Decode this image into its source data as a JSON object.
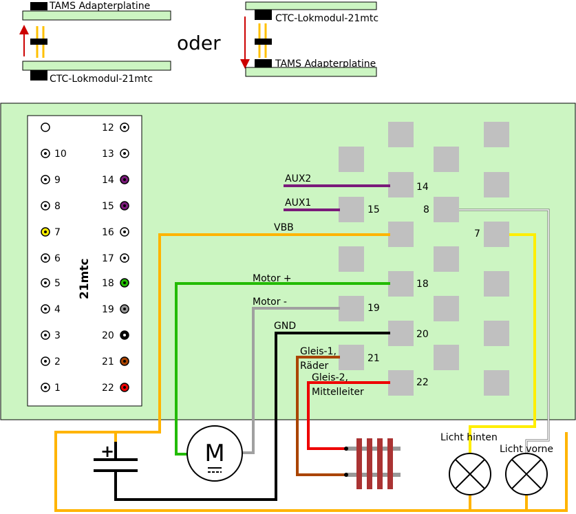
{
  "top": {
    "left_upper_label": "TAMS Adapterplatine",
    "left_lower_label": "CTC-Lokmodul-21mtc",
    "or_label": "oder",
    "right_upper_label": "CTC-Lokmodul-21mtc",
    "right_lower_label": "TAMS Adapterplatine"
  },
  "connector": {
    "title": "21mtc",
    "left_pins": [
      "",
      "10",
      "9",
      "8",
      "7",
      "6",
      "5",
      "4",
      "3",
      "2",
      "1"
    ],
    "right_pins": [
      "12",
      "13",
      "14",
      "15",
      "16",
      "17",
      "18",
      "19",
      "20",
      "21",
      "22"
    ]
  },
  "pad_labels": {
    "p14": "14",
    "p15": "15",
    "p8": "8",
    "p7": "7",
    "p18": "18",
    "p19": "19",
    "p20": "20",
    "p21": "21",
    "p22": "22"
  },
  "wires": {
    "aux2": "AUX2",
    "aux1": "AUX1",
    "vbb": "VBB",
    "motor_plus": "Motor +",
    "motor_minus": "Motor -",
    "gnd": "GND",
    "gleis1_line1": "Gleis-1,",
    "gleis1_line2": "Räder",
    "gleis2_line1": "Gleis-2,",
    "gleis2_line2": "Mittelleiter"
  },
  "components": {
    "motor_symbol": "M",
    "battery_plus": "+",
    "licht_hinten": "Licht hinten",
    "licht_vorne": "Licht vorne"
  },
  "colors": {
    "board": "#ccf5c2",
    "pad": "#c0c0c0",
    "vbb": "#ffb400",
    "motor_plus": "#22bb00",
    "motor_minus": "#a0a0a0",
    "gnd": "#000000",
    "gleis1": "#aa4400",
    "gleis2": "#ee0000",
    "aux": "#7a1a7a",
    "light": "#ffee00",
    "arrow": "#cc0000",
    "rail": "#aa3333"
  }
}
